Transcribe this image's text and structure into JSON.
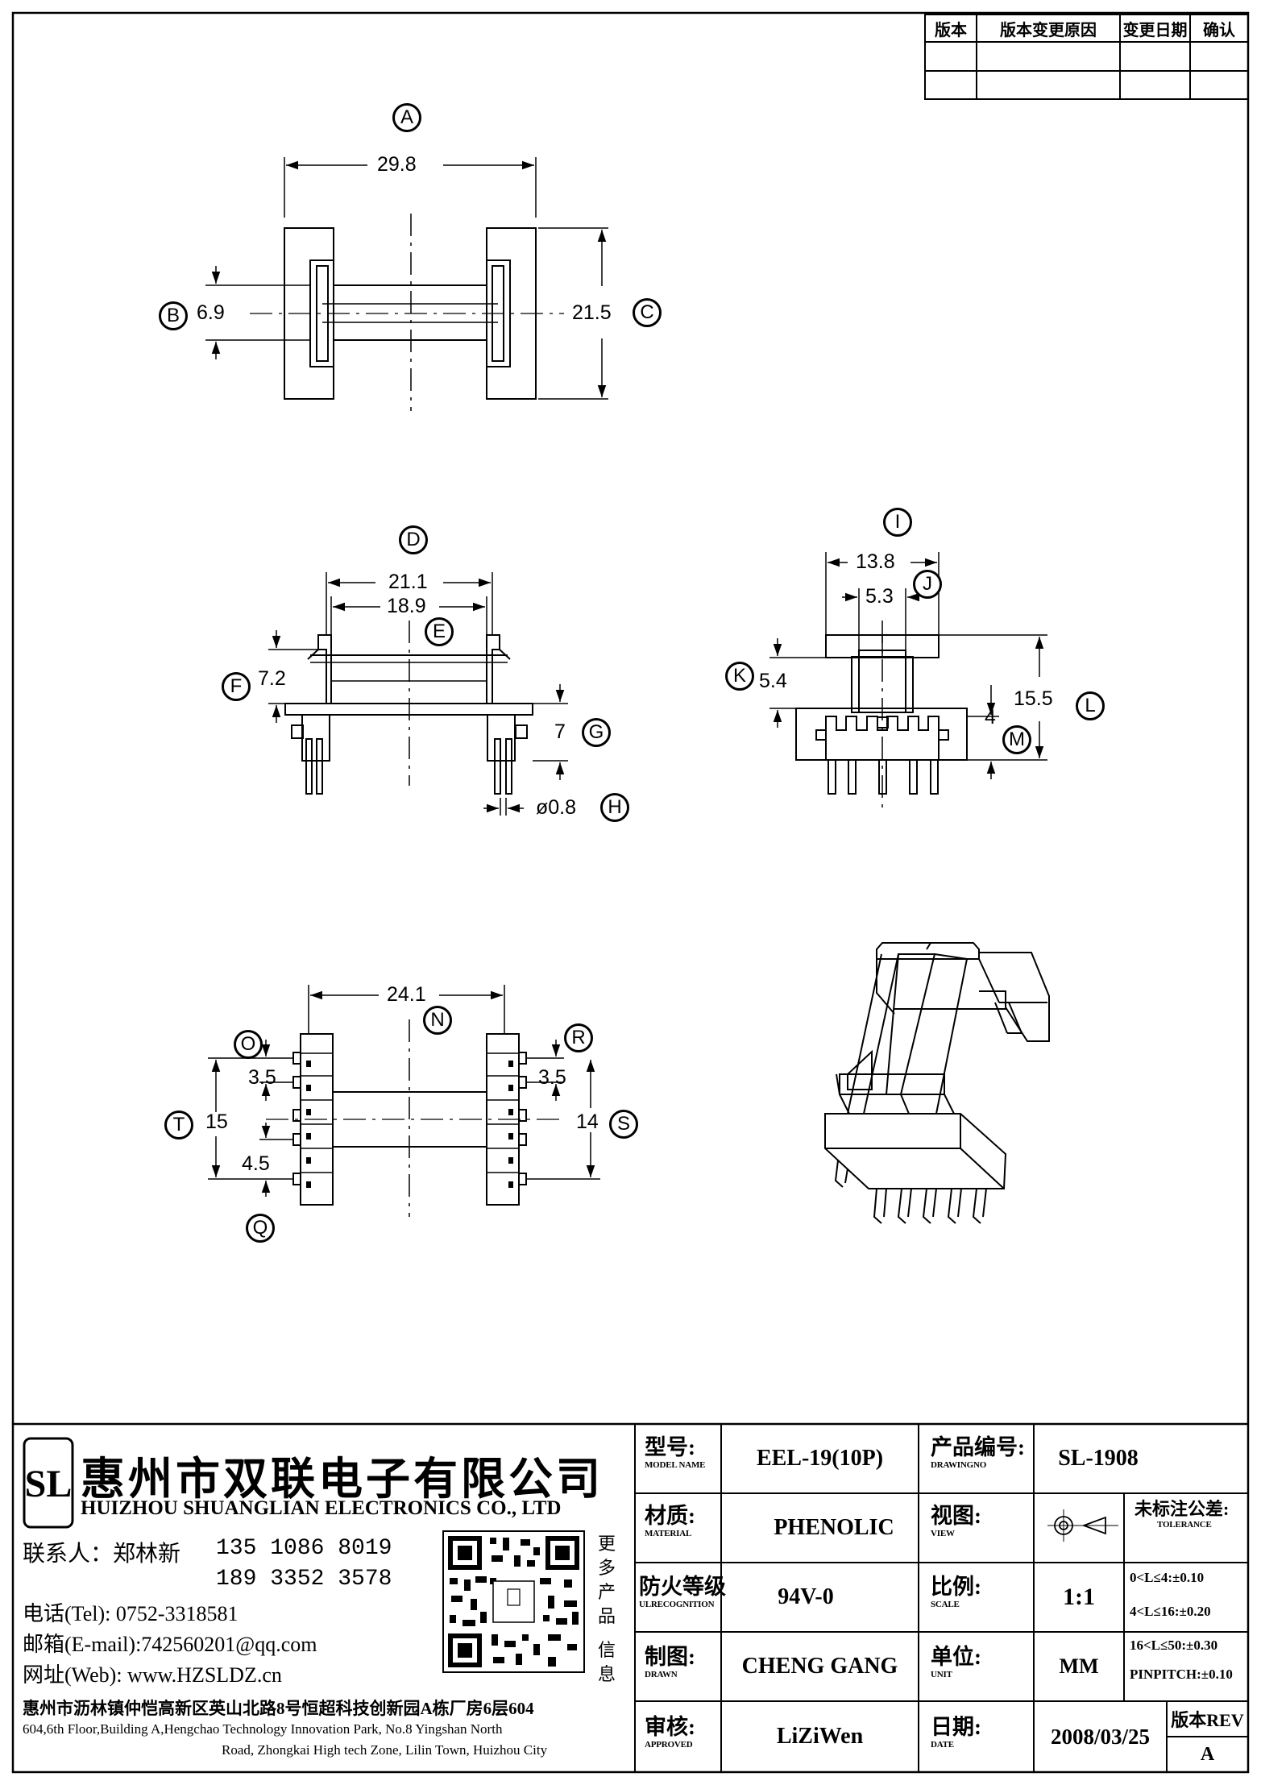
{
  "revision_table": {
    "headers": [
      "版本",
      "版本变更原因",
      "变更日期",
      "确认"
    ]
  },
  "drawing": {
    "top_view": {
      "dim_a": {
        "letter": "A",
        "value": "29.8"
      },
      "dim_b": {
        "letter": "B",
        "value": "6.9"
      },
      "dim_c": {
        "letter": "C",
        "value": "21.5"
      }
    },
    "front_view": {
      "dim_d": {
        "letter": "D",
        "value": "21.1"
      },
      "dim_e": {
        "letter": "E",
        "value": "18.9"
      },
      "dim_f": {
        "letter": "F",
        "value": "7.2"
      },
      "dim_g": {
        "letter": "G",
        "value": "7"
      },
      "dim_h": {
        "letter": "H",
        "value": "ø0.8"
      }
    },
    "side_view": {
      "dim_i": {
        "letter": "I",
        "value": "13.8"
      },
      "dim_j": {
        "letter": "J",
        "value": "5.3"
      },
      "dim_k": {
        "letter": "K",
        "value": "5.4"
      },
      "dim_l": {
        "letter": "L",
        "value": "15.5"
      },
      "dim_m": {
        "letter": "M",
        "value": "4"
      }
    },
    "bottom_view": {
      "dim_n": {
        "letter": "N",
        "value": "24.1"
      },
      "dim_o": {
        "letter": "O",
        "value": "3.5"
      },
      "dim_q": {
        "letter": "Q",
        "value": "4.5"
      },
      "dim_r": {
        "letter": "R",
        "value": "3.5"
      },
      "dim_s": {
        "letter": "S",
        "value": "14"
      },
      "dim_t": {
        "letter": "T",
        "value": "15"
      }
    }
  },
  "company": {
    "logo_text": "SL",
    "name_cn": "惠州市双联电子有限公司",
    "name_en": "HUIZHOU SHUANGLIAN ELECTRONICS CO., LTD",
    "contact_label": "联系人：郑林新",
    "phone1": "135 1086 8019",
    "phone2": "189 3352 3578",
    "tel_line": "电话(Tel): 0752-3318581",
    "email_line": "邮箱(E-mail):742560201@qq.com",
    "web_line": "网址(Web): www.HZSLDZ.cn",
    "address_cn": "惠州市沥林镇仲恺高新区英山北路8号恒超科技创新园A栋厂房6层604",
    "address_en_1": "604,6th Floor,Building A,Hengchao Technology Innovation Park, No.8 Yingshan North",
    "address_en_2": "Road, Zhongkai High tech Zone, Lilin Town, Huizhou City",
    "qr_caption": [
      "更",
      "多",
      "产",
      "品",
      "信",
      "息"
    ]
  },
  "title_block": {
    "model_label_cn": "型号:",
    "model_label_en": "MODEL NAME",
    "model_value": "EEL-19(10P)",
    "drawing_no_label_cn": "产品编号:",
    "drawing_no_label_en": "DRAWINGNO",
    "drawing_no_value": "SL-1908",
    "material_label_cn": "材质:",
    "material_label_en": "MATERIAL",
    "material_value": "PHENOLIC",
    "view_label_cn": "视图:",
    "view_label_en": "VIEW",
    "tolerance_label_cn": "未标注公差:",
    "tolerance_label_en": "TOLERANCE",
    "tolerance_lines": [
      "0<L≤4:±0.10",
      "4<L≤16:±0.20",
      "16<L≤50:±0.30",
      "PINPITCH:±0.10"
    ],
    "fire_label_cn": "防火等级",
    "fire_label_en": "ULRECOGNITION",
    "fire_value": "94V-0",
    "scale_label_cn": "比例:",
    "scale_label_en": "SCALE",
    "scale_value": "1:1",
    "drawn_label_cn": "制图:",
    "drawn_label_en": "DRAWN",
    "drawn_value": "CHENG GANG",
    "unit_label_cn": "单位:",
    "unit_label_en": "UNIT",
    "unit_value": "MM",
    "approved_label_cn": "审核:",
    "approved_label_en": "APPROVED",
    "approved_value": "LiZiWen",
    "date_label_cn": "日期:",
    "date_label_en": "DATE",
    "date_value": "2008/03/25",
    "rev_label": "版本REV",
    "rev_value": "A"
  }
}
